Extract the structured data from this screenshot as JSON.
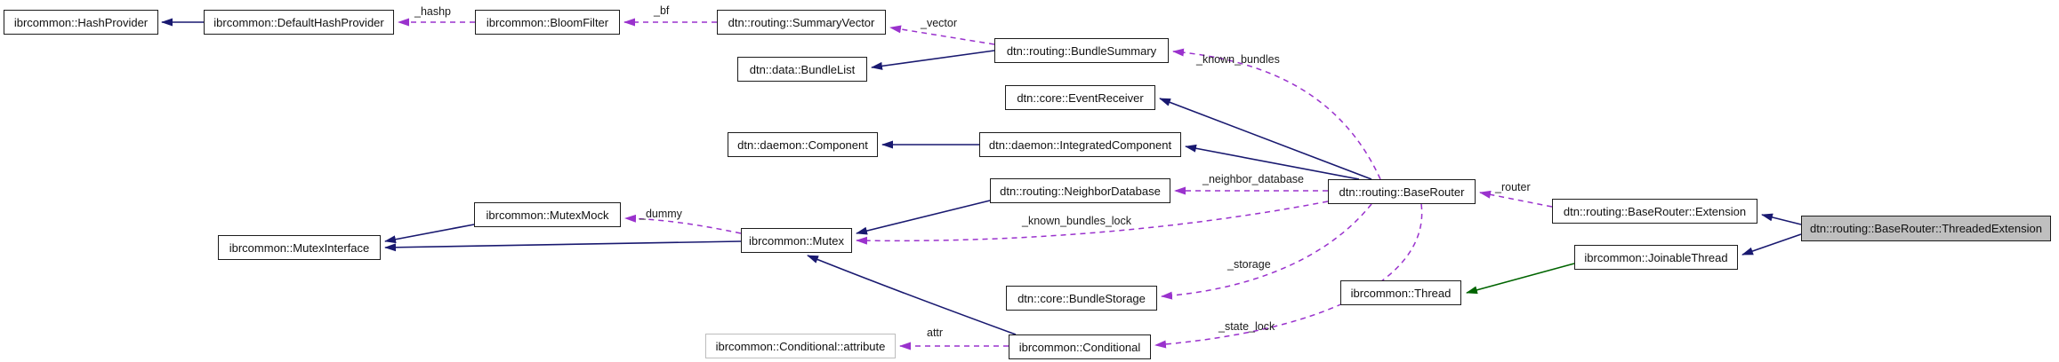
{
  "diagram": {
    "kind": "collaboration-graph",
    "highlighted_node": "dtn::routing::BaseRouter::ThreadedExtension",
    "colors": {
      "inheritance_arrow": "#191970",
      "protected_inheritance_arrow": "#006400",
      "usage_arrow": "#9a32cd",
      "node_border": "#1c1c1c",
      "undocumented_node_border": "#bdbdbd",
      "highlight_fill": "#bfbfbf",
      "background": "#ffffff"
    }
  },
  "nodes": {
    "hash_provider": {
      "label": "ibrcommon::HashProvider"
    },
    "default_hash_provider": {
      "label": "ibrcommon::DefaultHashProvider"
    },
    "bloom_filter": {
      "label": "ibrcommon::BloomFilter"
    },
    "summary_vector": {
      "label": "dtn::routing::SummaryVector"
    },
    "bundle_list": {
      "label": "dtn::data::BundleList"
    },
    "bundle_summary": {
      "label": "dtn::routing::BundleSummary"
    },
    "event_receiver": {
      "label": "dtn::core::EventReceiver"
    },
    "component": {
      "label": "dtn::daemon::Component"
    },
    "integrated_component": {
      "label": "dtn::daemon::IntegratedComponent"
    },
    "neighbor_database": {
      "label": "dtn::routing::NeighborDatabase"
    },
    "base_router": {
      "label": "dtn::routing::BaseRouter"
    },
    "extension": {
      "label": "dtn::routing::BaseRouter::Extension"
    },
    "threaded_extension": {
      "label": "dtn::routing::BaseRouter::ThreadedExtension"
    },
    "joinable_thread": {
      "label": "ibrcommon::JoinableThread"
    },
    "thread": {
      "label": "ibrcommon::Thread"
    },
    "mutex_mock": {
      "label": "ibrcommon::MutexMock"
    },
    "mutex_interface": {
      "label": "ibrcommon::MutexInterface"
    },
    "mutex": {
      "label": "ibrcommon::Mutex"
    },
    "bundle_storage": {
      "label": "dtn::core::BundleStorage"
    },
    "conditional_attribute": {
      "label": "ibrcommon::Conditional::attribute"
    },
    "conditional": {
      "label": "ibrcommon::Conditional"
    }
  },
  "edges": {
    "hashp": {
      "label": "_hashp",
      "type": "usage",
      "from": "ibrcommon::BloomFilter",
      "to": "ibrcommon::DefaultHashProvider"
    },
    "bf": {
      "label": "_bf",
      "type": "usage",
      "from": "dtn::routing::SummaryVector",
      "to": "ibrcommon::BloomFilter"
    },
    "vector": {
      "label": "_vector",
      "type": "usage",
      "from": "dtn::routing::BundleSummary",
      "to": "dtn::routing::SummaryVector"
    },
    "known_bundles": {
      "label": "_known_bundles",
      "type": "usage",
      "from": "dtn::routing::BaseRouter",
      "to": "dtn::routing::BundleSummary"
    },
    "neighbor_database": {
      "label": "_neighbor_database",
      "type": "usage",
      "from": "dtn::routing::BaseRouter",
      "to": "dtn::routing::NeighborDatabase"
    },
    "known_bundles_lock": {
      "label": "_known_bundles_lock",
      "type": "usage",
      "from": "dtn::routing::BaseRouter",
      "to": "ibrcommon::Mutex"
    },
    "dummy": {
      "label": "_dummy",
      "type": "usage",
      "from": "ibrcommon::Mutex",
      "to": "ibrcommon::MutexMock"
    },
    "router": {
      "label": "_router",
      "type": "usage",
      "from": "dtn::routing::BaseRouter::Extension",
      "to": "dtn::routing::BaseRouter"
    },
    "storage": {
      "label": "_storage",
      "type": "usage",
      "from": "dtn::routing::BaseRouter",
      "to": "dtn::core::BundleStorage"
    },
    "state_lock": {
      "label": "_state_lock",
      "type": "usage",
      "from": "dtn::routing::BaseRouter",
      "to": "ibrcommon::Conditional"
    },
    "attr": {
      "label": "attr",
      "type": "usage",
      "from": "ibrcommon::Conditional",
      "to": "ibrcommon::Conditional::attribute"
    },
    "inherit_1": {
      "type": "inheritance",
      "from": "ibrcommon::DefaultHashProvider",
      "to": "ibrcommon::HashProvider"
    },
    "inherit_2": {
      "type": "inheritance",
      "from": "dtn::routing::BundleSummary",
      "to": "dtn::data::BundleList"
    },
    "inherit_3": {
      "type": "inheritance",
      "from": "dtn::routing::BaseRouter",
      "to": "dtn::core::EventReceiver"
    },
    "inherit_4": {
      "type": "inheritance",
      "from": "dtn::daemon::IntegratedComponent",
      "to": "dtn::daemon::Component"
    },
    "inherit_5": {
      "type": "inheritance",
      "from": "dtn::routing::BaseRouter",
      "to": "dtn::daemon::IntegratedComponent"
    },
    "inherit_6": {
      "type": "inheritance",
      "from": "dtn::routing::NeighborDatabase",
      "to": "ibrcommon::Mutex"
    },
    "inherit_7": {
      "type": "inheritance",
      "from": "ibrcommon::Conditional",
      "to": "ibrcommon::Mutex"
    },
    "inherit_8": {
      "type": "inheritance",
      "from": "ibrcommon::Mutex",
      "to": "ibrcommon::MutexInterface"
    },
    "inherit_9": {
      "type": "inheritance",
      "from": "ibrcommon::MutexMock",
      "to": "ibrcommon::MutexInterface"
    },
    "inherit_10": {
      "type": "inheritance",
      "from": "dtn::routing::BaseRouter::ThreadedExtension",
      "to": "dtn::routing::BaseRouter::Extension"
    },
    "inherit_11": {
      "type": "inheritance",
      "from": "dtn::routing::BaseRouter::ThreadedExtension",
      "to": "ibrcommon::JoinableThread"
    },
    "inherit_12": {
      "type": "protected-inheritance",
      "from": "ibrcommon::JoinableThread",
      "to": "ibrcommon::Thread"
    }
  }
}
